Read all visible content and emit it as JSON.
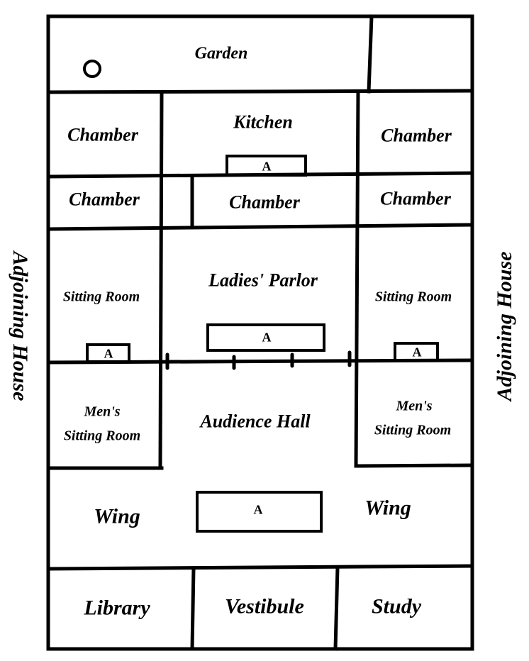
{
  "diagram": {
    "type": "floor-plan",
    "legend_marker": "A",
    "side_labels": {
      "left": "Adjoining House",
      "right": "Adjoining House"
    },
    "rooms": {
      "garden": "Garden",
      "chamber_top_left": "Chamber",
      "kitchen": "Kitchen",
      "chamber_top_right": "Chamber",
      "chamber_mid_left": "Chamber",
      "chamber_center": "Chamber",
      "chamber_mid_right": "Chamber",
      "sitting_room_left": "Sitting Room",
      "ladies_parlor": "Ladies' Parlor",
      "sitting_room_right": "Sitting Room",
      "mens_sitting_room_left_line1": "Men's",
      "mens_sitting_room_left_line2": "Sitting Room",
      "audience_hall": "Audience Hall",
      "mens_sitting_room_right_line1": "Men's",
      "mens_sitting_room_right_line2": "Sitting Room",
      "wing_left": "Wing",
      "wing_right": "Wing",
      "library": "Library",
      "vestibule": "Vestibule",
      "study": "Study"
    },
    "markers": {
      "kitchen": "A",
      "sitting_room_left": "A",
      "ladies_parlor": "A",
      "sitting_room_right": "A",
      "wing": "A"
    },
    "well_icon": "circle"
  }
}
